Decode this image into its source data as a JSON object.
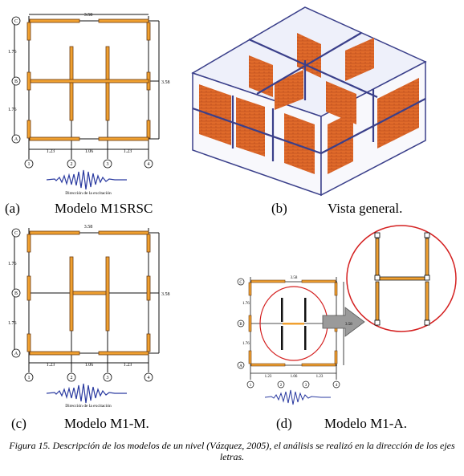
{
  "captions": {
    "a_letter": "(a)",
    "a_text": "Modelo M1SRSC",
    "b_letter": "(b)",
    "b_text": "Vista general.",
    "c_letter": "(c)",
    "c_text": "Modelo M1-M.",
    "d_letter": "(d)",
    "d_text": "Modelo M1-A."
  },
  "figure_caption": "Figura 15. Descripción de los modelos de un nivel (Vázquez, 2005), el análisis se realizó en la dirección de los ejes letras.",
  "plan": {
    "axis_letters": [
      "C",
      "B",
      "A"
    ],
    "axis_numbers": [
      "1",
      "2",
      "3",
      "4"
    ],
    "dim_total": "3.58",
    "dim_vertical_upper": "1.76",
    "dim_vertical_lower": "1.76",
    "dim_vertical_total": "3.58",
    "dim_bay_1": "1.23",
    "dim_bay_2": "1.06",
    "dim_bay_3": "1.23",
    "excitation_label": "Dirección de la excitación"
  },
  "colors": {
    "wall": "#f0a030",
    "wall_edge": "#6b3a10",
    "frame": "#111111",
    "zoom_circle": "#d42020",
    "brick": "#e06a2a",
    "arrow": "#9a9a9a"
  }
}
